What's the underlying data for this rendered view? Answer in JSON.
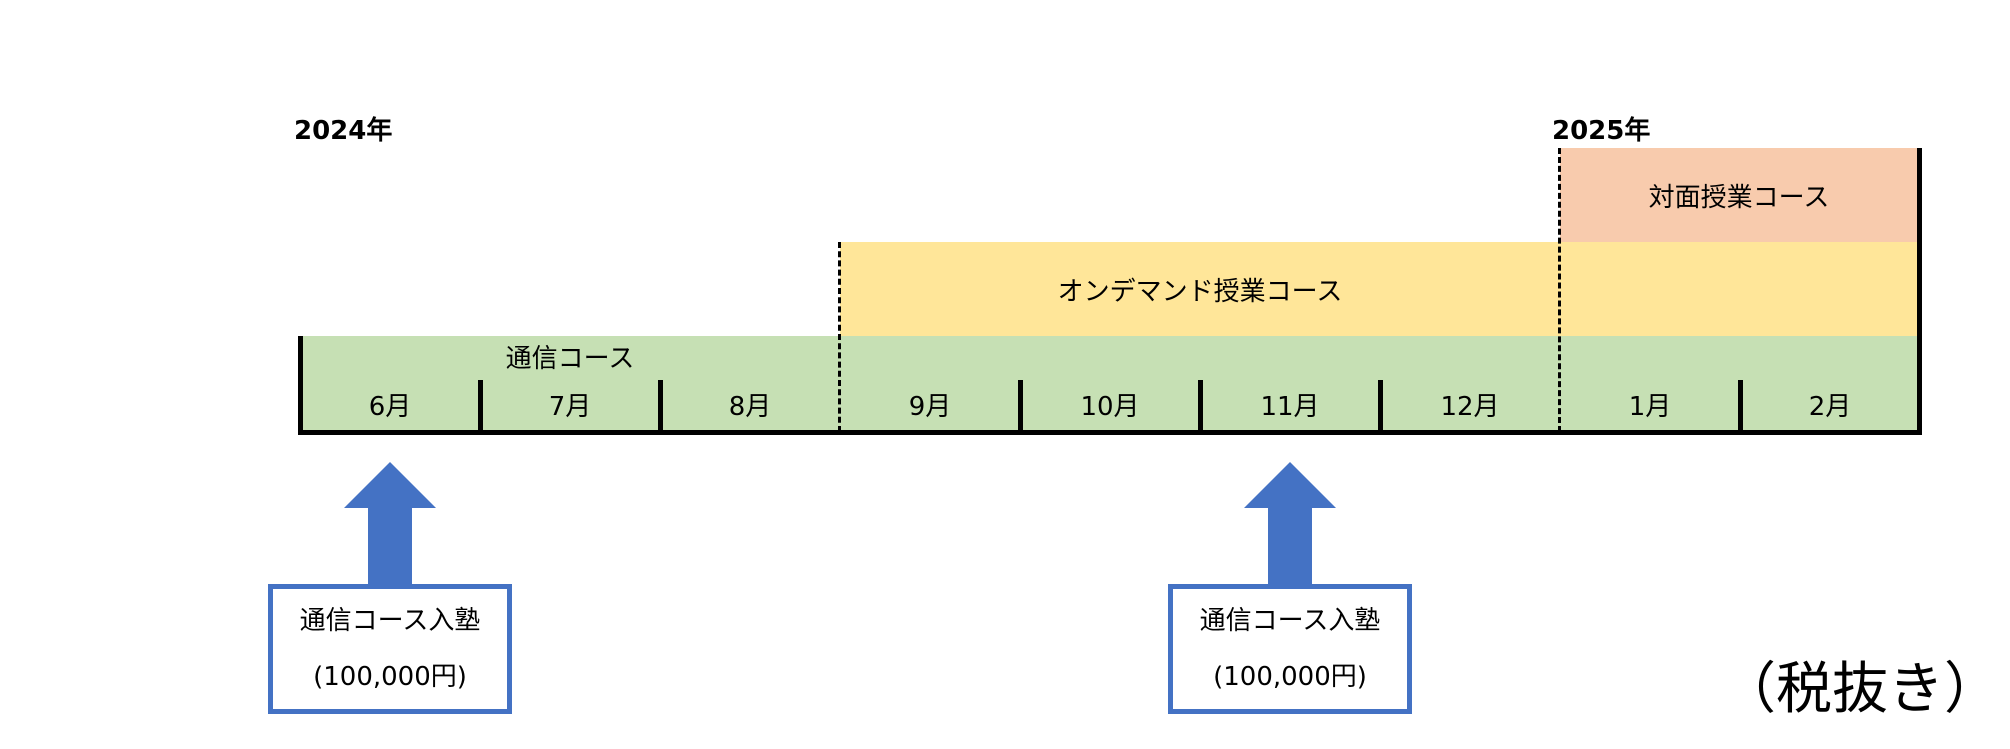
{
  "years": {
    "start": "2024年",
    "end": "2025年"
  },
  "courses": {
    "tsushin": {
      "label": "通信コース",
      "color": "#c6e0b4"
    },
    "ondemand": {
      "label": "オンデマンド授業コース",
      "color": "#ffe699"
    },
    "taimen": {
      "label": "対面授業コース",
      "color": "#f8cbad"
    }
  },
  "months": [
    "6月",
    "7月",
    "8月",
    "9月",
    "10月",
    "11月",
    "12月",
    "1月",
    "2月"
  ],
  "callouts": [
    {
      "title": "通信コース入塾",
      "price": "(100,000円)"
    },
    {
      "title": "通信コース入塾",
      "price": "(100,000円)"
    }
  ],
  "arrow_color": "#4472c4",
  "tax_note": "（税抜き）"
}
